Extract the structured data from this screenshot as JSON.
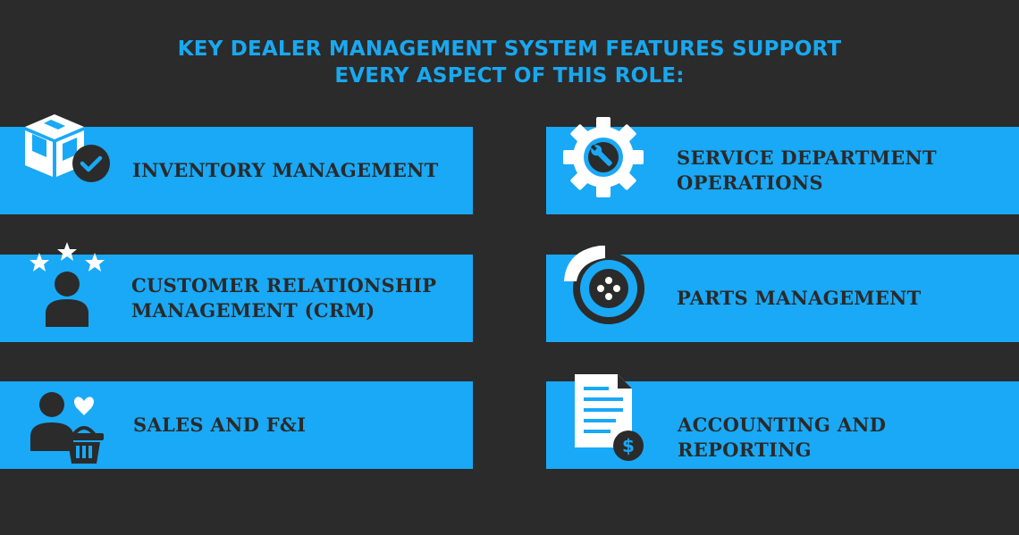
{
  "header": {
    "line1": "KEY DEALER MANAGEMENT SYSTEM FEATURES SUPPORT",
    "line2": "EVERY ASPECT OF THIS ROLE:"
  },
  "features": [
    {
      "id": "inventory",
      "line1": "INVENTORY MANAGEMENT",
      "line2": "",
      "icon": "box-check-icon"
    },
    {
      "id": "service",
      "line1": "SERVICE DEPARTMENT",
      "line2": "OPERATIONS",
      "icon": "gear-wrench-icon"
    },
    {
      "id": "crm",
      "line1": "CUSTOMER RELATIONSHIP",
      "line2": "MANAGEMENT (CRM)",
      "icon": "user-stars-icon"
    },
    {
      "id": "parts",
      "line1": "PARTS MANAGEMENT",
      "line2": "",
      "icon": "brake-disc-icon"
    },
    {
      "id": "sales",
      "line1": "SALES AND F&I",
      "line2": "",
      "icon": "user-basket-icon"
    },
    {
      "id": "accounting",
      "line1": "ACCOUNTING AND REPORTING",
      "line2": "",
      "icon": "document-dollar-icon"
    }
  ],
  "colors": {
    "background": "#2b2b2b",
    "accent": "#19a9f6",
    "title": "#19a8f0",
    "card_text": "#2a2a2a",
    "icon_fill": "#ffffff",
    "icon_dark": "#2b2b2b"
  }
}
